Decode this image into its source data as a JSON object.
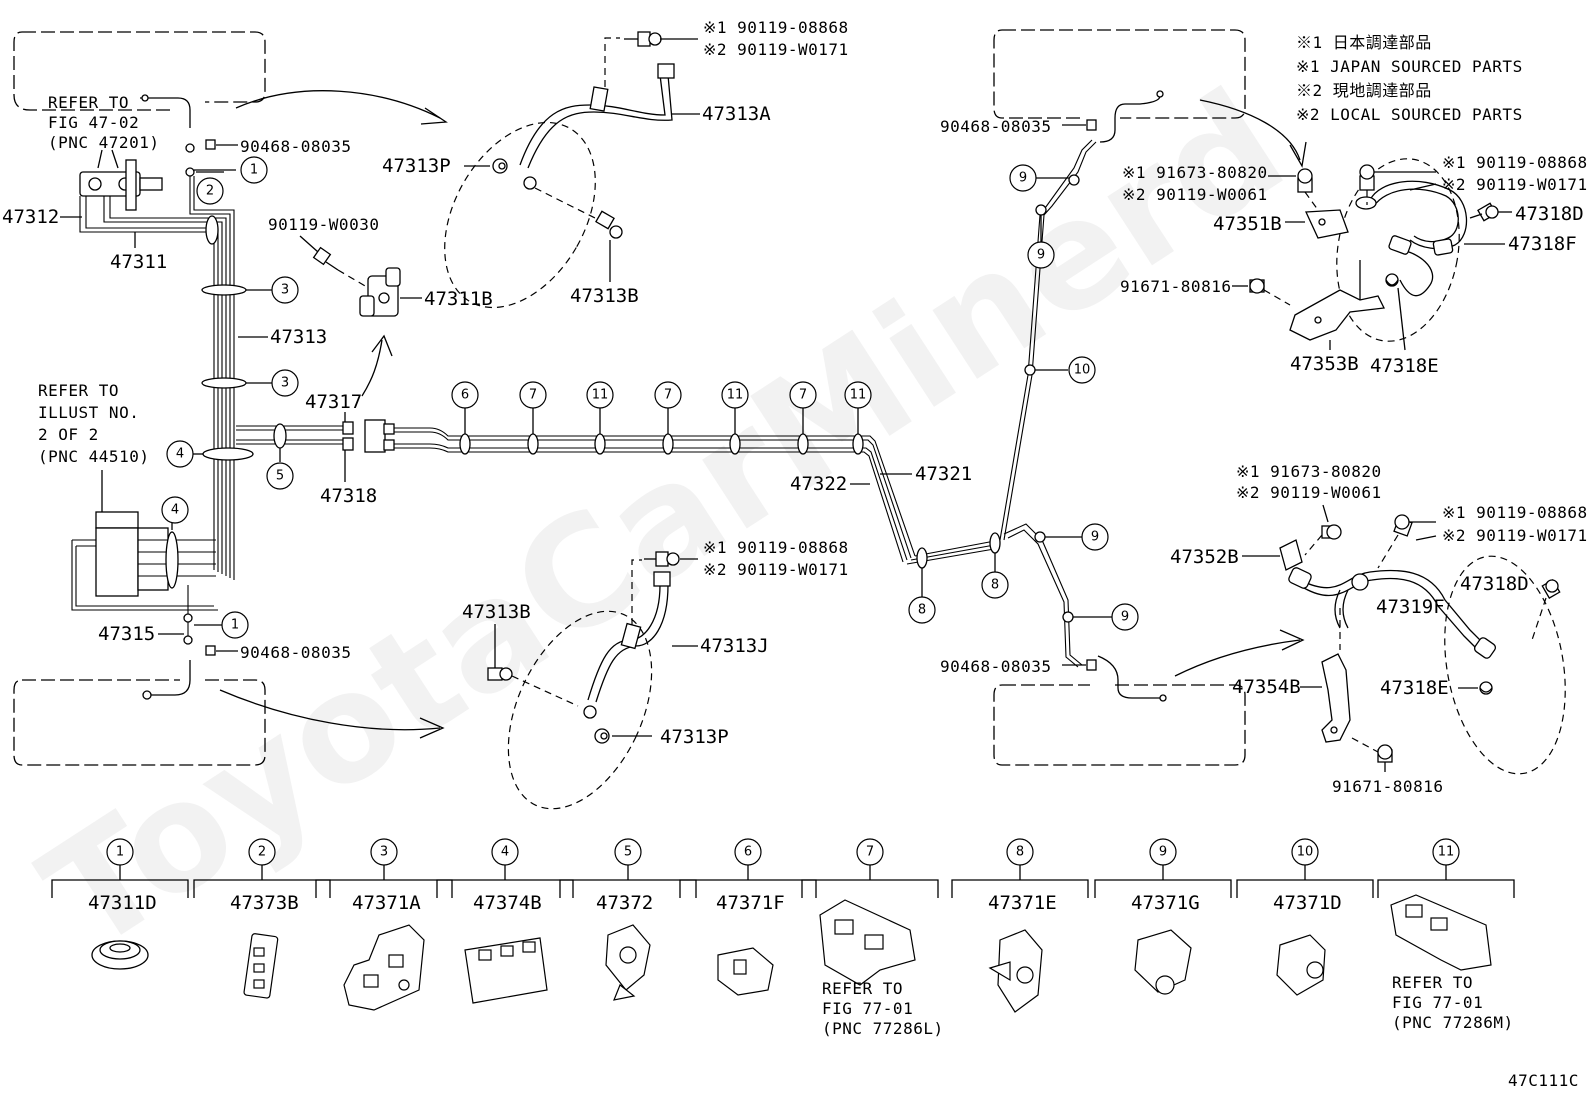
{
  "watermark": "ToyotaCarMinerd",
  "diagram_id": "47C111C",
  "legend": {
    "line1": "※1 日本調達部品",
    "line2": "※1 JAPAN SOURCED PARTS",
    "line3": "※2 現地調達部品",
    "line4": "※2 LOCAL SOURCED PARTS"
  },
  "refer_notes": {
    "fig_47_02": [
      "REFER TO",
      "FIG 47-02",
      "(PNC 47201)"
    ],
    "illust": [
      "REFER TO",
      "ILLUST NO.",
      "2 OF 2",
      "(PNC 44510)"
    ],
    "fig_77_01_L": [
      "REFER TO",
      "FIG 77-01",
      "(PNC 77286L)"
    ],
    "fig_77_01_M": [
      "REFER TO",
      "FIG 77-01",
      "(PNC 77286M)"
    ]
  },
  "parts": {
    "p47312": "47312",
    "p47311": "47311",
    "p90468a": "90468-08035",
    "p90468b": "90468-08035",
    "p90468c": "90468-08035",
    "p90468d": "90468-08035",
    "p90119_w0030": "90119-W0030",
    "p47311B": "47311B",
    "p47313": "47313",
    "p47317": "47317",
    "p47318": "47318",
    "p47315": "47315",
    "p47313A": "47313A",
    "p47313P_top": "47313P",
    "p47313B_top": "47313B",
    "p47313B_bot": "47313B",
    "p47313J": "47313J",
    "p47313P_bot": "47313P",
    "p47322": "47322",
    "p47321": "47321",
    "p47351B": "47351B",
    "p91671_top": "91671-80816",
    "p91671_bot": "91671-80816",
    "p47353B": "47353B",
    "p47318E_top": "47318E",
    "p47318E_bot": "47318E",
    "p47318D_top": "47318D",
    "p47318D_bot": "47318D",
    "p47318F": "47318F",
    "p47352B": "47352B",
    "p47319F": "47319F",
    "p47354B": "47354B",
    "bolt_top1": "※1 90119-08868",
    "bolt_top2": "※2 90119-W0171",
    "bolt_midL1": "※1 90119-08868",
    "bolt_midL2": "※2 90119-W0171",
    "bolt_rt1": "※1 90119-08868",
    "bolt_rt2": "※2 90119-W0171",
    "bolt_rb1": "※1 90119-08868",
    "bolt_rb2": "※2 90119-W0171",
    "screw_rt1": "※1 91673-80820",
    "screw_rt2": "※2 90119-W0061",
    "screw_rb1": "※1 91673-80820",
    "screw_rb2": "※2 90119-W0061"
  },
  "callouts": {
    "c1": "1",
    "c2": "2",
    "c3": "3",
    "c4": "4",
    "c5": "5",
    "c6": "6",
    "c7": "7",
    "c8": "8",
    "c9": "9",
    "c10": "10",
    "c11": "11"
  },
  "clip_catalog": [
    {
      "num": "1",
      "part": "47311D"
    },
    {
      "num": "2",
      "part": "47373B"
    },
    {
      "num": "3",
      "part": "47371A"
    },
    {
      "num": "4",
      "part": "47374B"
    },
    {
      "num": "5",
      "part": "47372"
    },
    {
      "num": "6",
      "part": "47371F"
    },
    {
      "num": "7",
      "part": ""
    },
    {
      "num": "8",
      "part": "47371E"
    },
    {
      "num": "9",
      "part": "47371G"
    },
    {
      "num": "10",
      "part": "47371D"
    },
    {
      "num": "11",
      "part": ""
    }
  ]
}
